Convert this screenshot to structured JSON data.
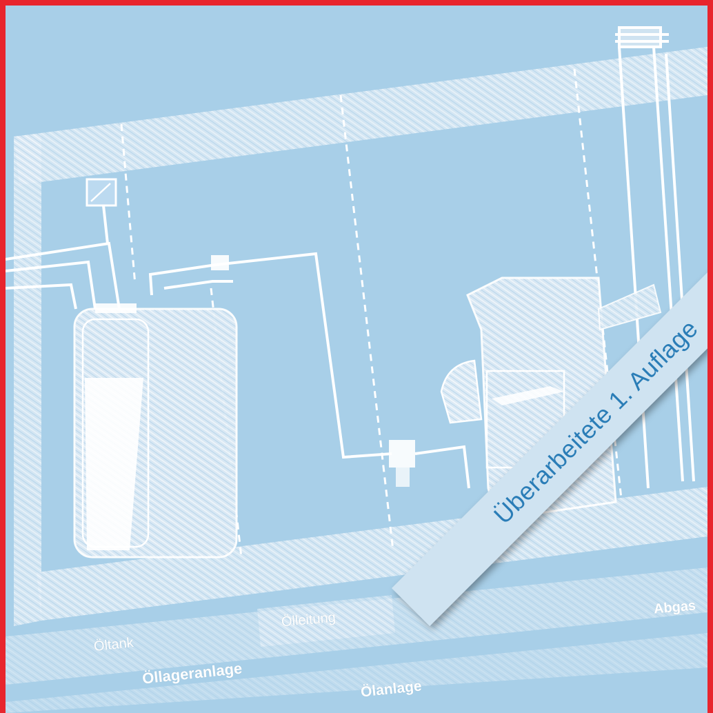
{
  "labels": {
    "oeltank": "Öltank",
    "oelleitung": "Ölleitung",
    "abgas": "Abgas",
    "oellageranlage": "Öllageranlage",
    "oelanlage": "Ölanlage"
  },
  "ribbon": {
    "text": "Überarbeitete 1. Auflage"
  },
  "colors": {
    "frame": "#e8252d",
    "background": "#a8cfe8",
    "chalk": "#ffffff",
    "ribbon_bg": "#cfe3f1",
    "ribbon_text": "#2a7db7"
  }
}
